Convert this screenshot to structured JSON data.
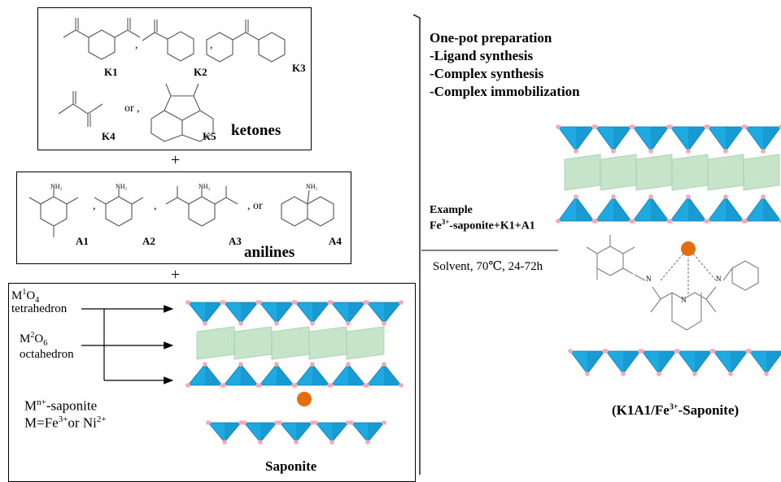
{
  "ketones": {
    "labels": [
      "K1",
      "K2",
      "K3",
      "K4",
      "K5"
    ],
    "separators": [
      ",",
      ",",
      "or ,"
    ],
    "title": "ketones"
  },
  "anilines": {
    "labels": [
      "A1",
      "A2",
      "A3",
      "A4"
    ],
    "separators": [
      ",",
      ",",
      ", or"
    ],
    "title": "anilines",
    "nh2": "NH₂"
  },
  "plus_sign": "+",
  "saponite_panel": {
    "tetra_main": "M",
    "tetra_sup": "1",
    "tetra_tail": "O",
    "tetra_sub": "4",
    "tetra_word": "tetrahedron",
    "octa_main": "M",
    "octa_sup": "2",
    "octa_tail": "O",
    "octa_sub": "6",
    "octa_word": "octahedron",
    "mn_main": "M",
    "mn_sup": "n+",
    "mn_tail": "-saponite",
    "m_eq": "M=Fe",
    "fe_sup": "3+",
    "or_ni": "or Ni",
    "ni_sup": "2+",
    "title": "Saponite"
  },
  "process": {
    "steps": [
      "One-pot preparation",
      "-Ligand synthesis",
      "-Complex synthesis",
      "-Complex immobilization"
    ],
    "example_title": "Example",
    "example_fe": "Fe",
    "example_sup": "3+",
    "example_rest": "-saponite+K1+A1",
    "conditions": "Solvent,  70℃, 24-72h",
    "n_label": "N",
    "product_open": "(K1A1/Fe",
    "product_sup": "3+",
    "product_close": "-Saponite)"
  },
  "colors": {
    "tetrahedron": "#1ea9e1",
    "tetrahedron_dark": "#0f7fb6",
    "octahedron": "#bfe2c4",
    "oxygen": "#f4a9b4",
    "cation": "#e66d0e",
    "structure_line": "#7d7d7d"
  }
}
